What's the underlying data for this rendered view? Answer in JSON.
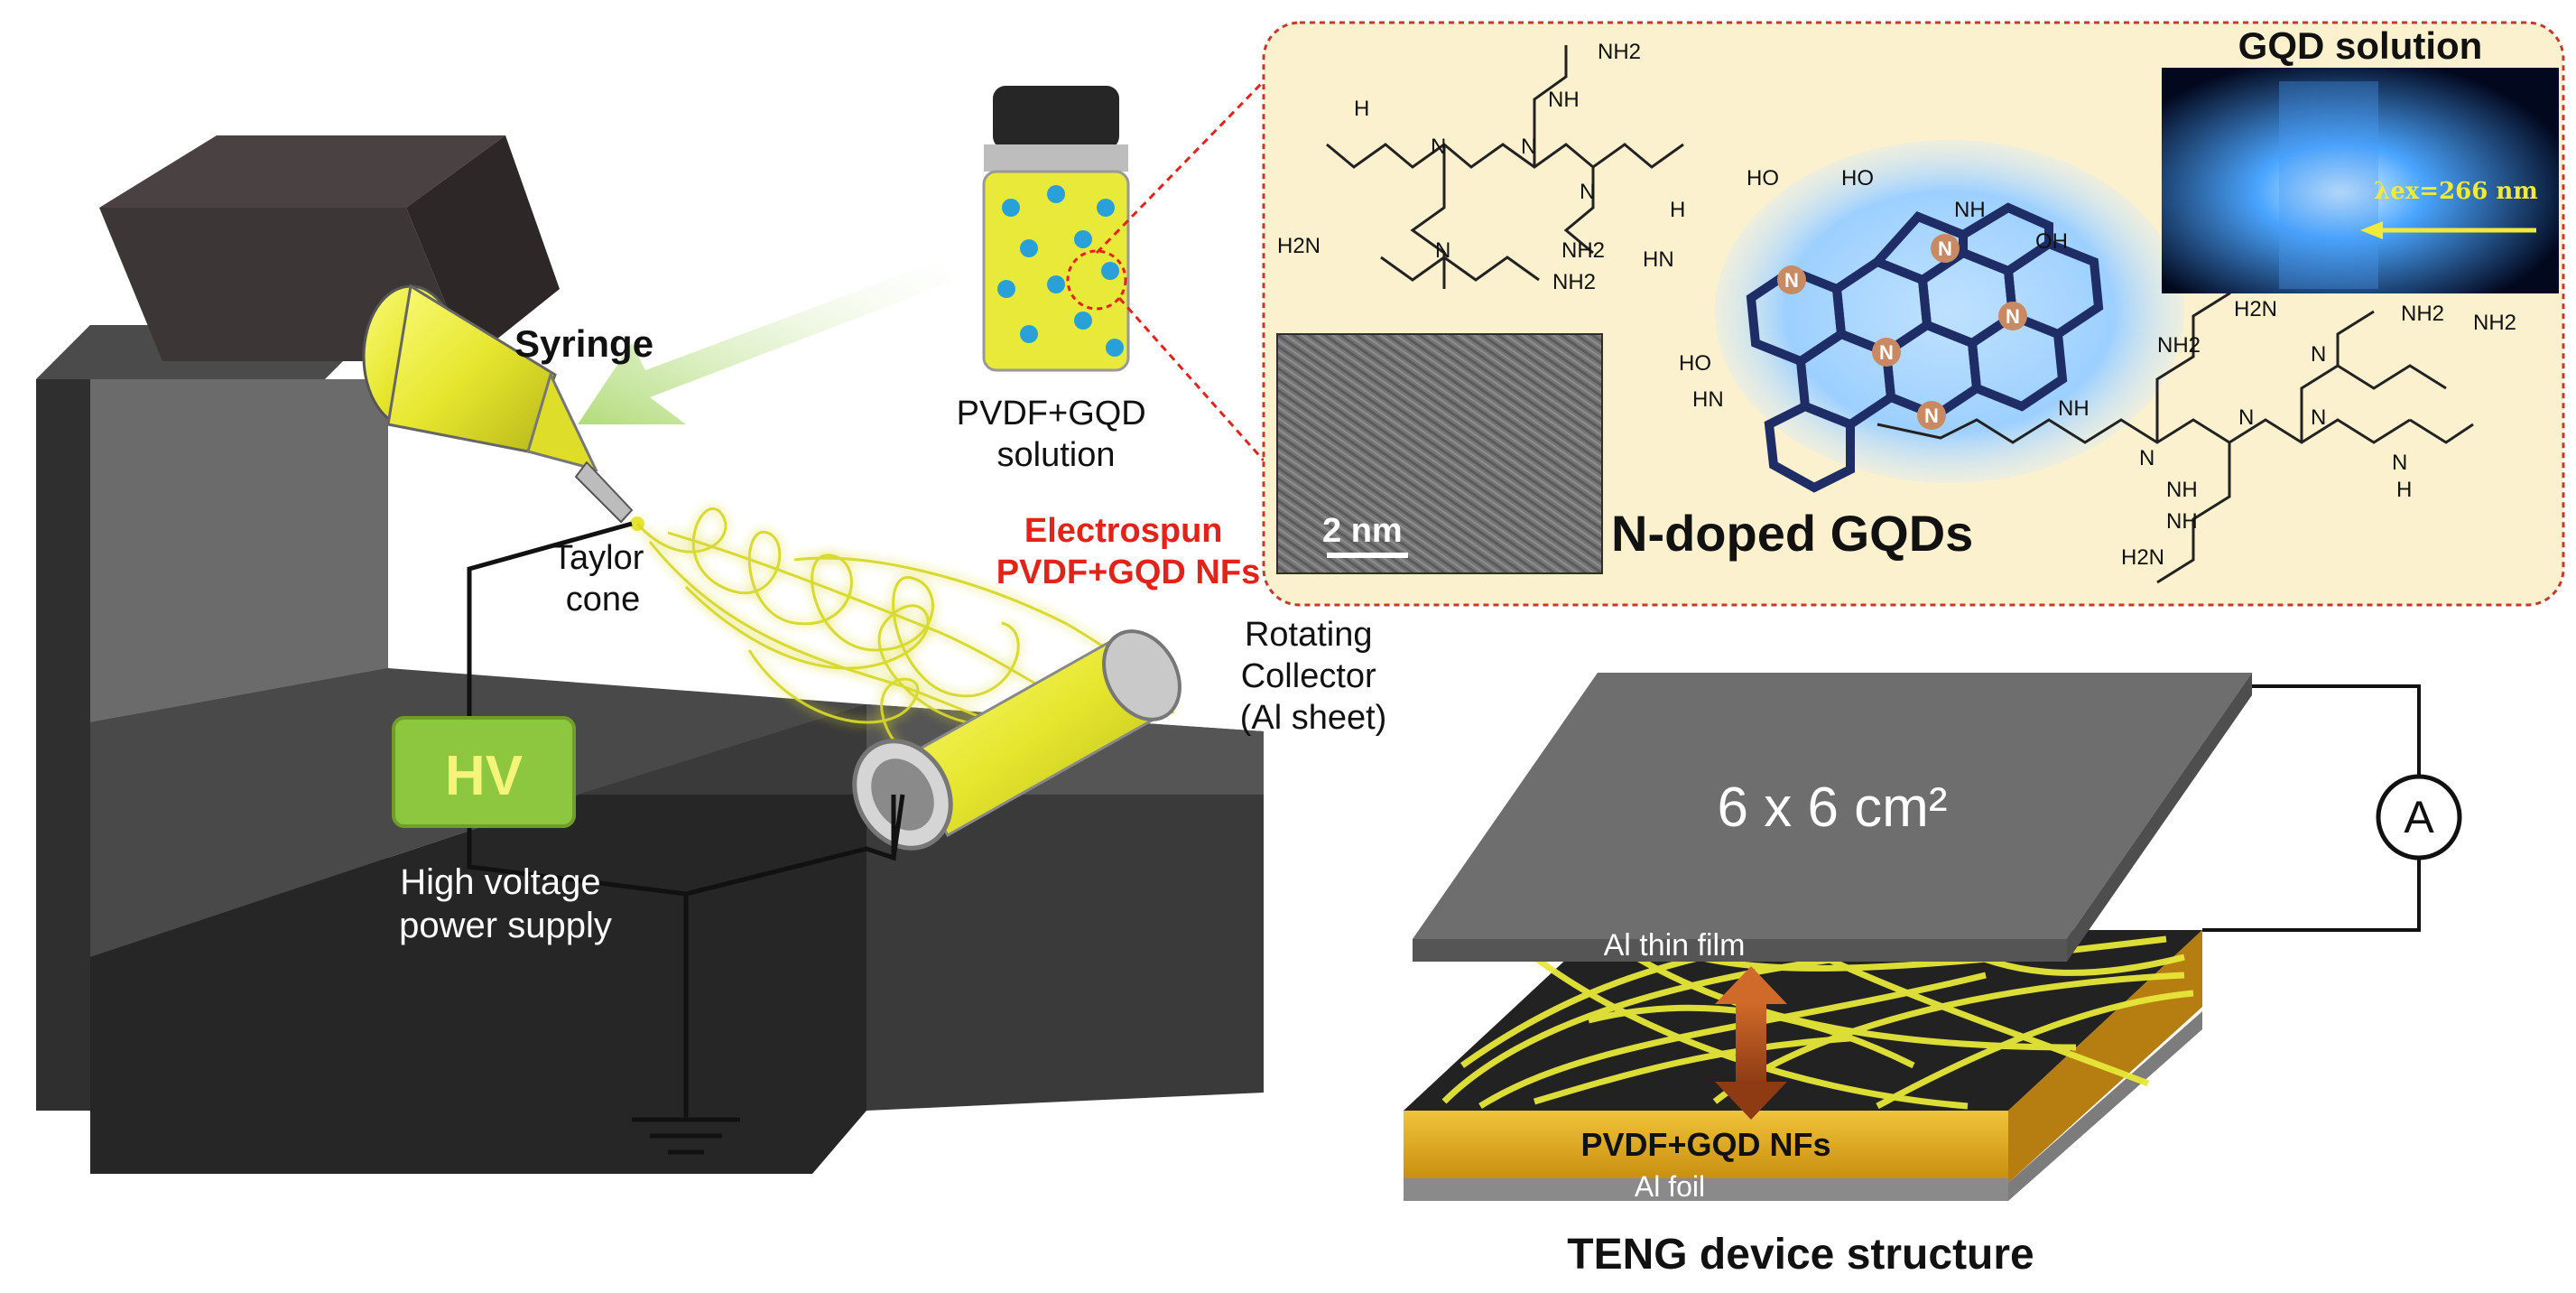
{
  "left": {
    "syringe_label": "Syringe",
    "taylor_cone_label": "Taylor\ncone",
    "hv_label": "HV",
    "hv_caption": "High voltage\npower supply",
    "bottle_caption": "PVDF+GQD\nsolution",
    "electrospun_label": "Electrospun\nPVDF+GQD NFs",
    "collector_label": "Rotating\nCollector\n(Al sheet)"
  },
  "inset": {
    "gqd_solution_title": "GQD solution",
    "lambda_text": "λex=266 nm",
    "scale_bar": "2 nm",
    "ndoped_label": "N-doped GQDs",
    "ring_N": "N",
    "groups": {
      "nh2": "NH2",
      "nh": "NH",
      "n": "N",
      "h": "H",
      "h2n": "H2N",
      "ho": "HO",
      "oh": "OH",
      "hn": "HN"
    }
  },
  "teng": {
    "area_label": "6 x 6 cm²",
    "al_film_label": "Al thin film",
    "nfs_label": "PVDF+GQD NFs",
    "al_foil_label": "Al foil",
    "ammeter_label": "A",
    "caption": "TENG device structure"
  },
  "colors": {
    "box_dark": "#2b2b2b",
    "box_face": "#555555",
    "yellow": "#e9e93a",
    "hv_green": "#8dc63f",
    "red_text": "#e2231a",
    "inset_bg": "#fbf1cf",
    "gold": "#e6b22a",
    "plate_gray": "#6e6e6e"
  }
}
